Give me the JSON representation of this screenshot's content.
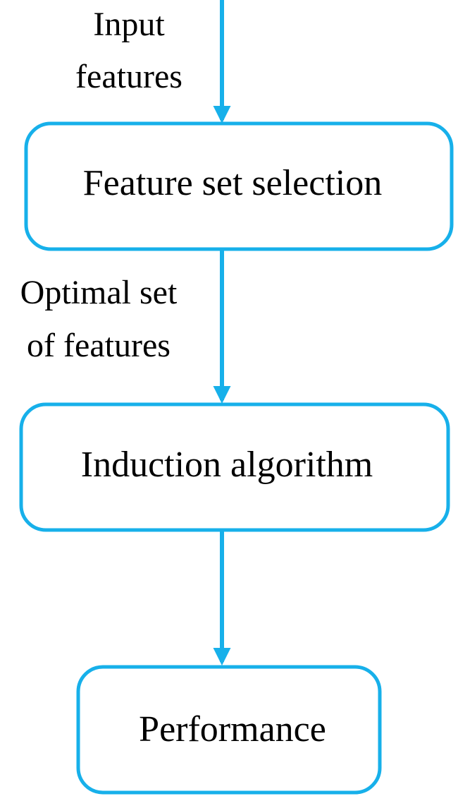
{
  "diagram": {
    "accent_color": "#17b0ea",
    "text_color": "#000000",
    "input_label": {
      "line1": "Input",
      "line2": "features"
    },
    "boxes": [
      {
        "label": "Feature set selection"
      },
      {
        "label": "Induction algorithm"
      },
      {
        "label": "Performance"
      }
    ],
    "edge_labels": {
      "optimal": {
        "line1": "Optimal set",
        "line2": "of features"
      }
    }
  }
}
